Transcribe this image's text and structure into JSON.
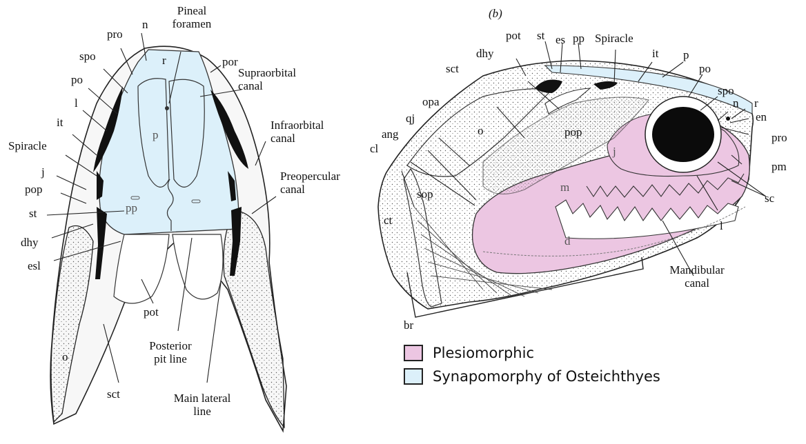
{
  "colors": {
    "plesiomorphic": "#ecc6e2",
    "synapomorphy": "#dcf0fa",
    "bone_line": "#222222",
    "skin": "#f4f4f4"
  },
  "panel_b_label": "(b)",
  "left_labels": {
    "pineal": "Pineal\nforamen",
    "n": "n",
    "pro": "pro",
    "por": "por",
    "r": "r",
    "spo": "spo",
    "po": "po",
    "l": "l",
    "it": "it",
    "spiracle": "Spiracle",
    "j": "j",
    "pop": "pop",
    "st": "st",
    "dhy": "dhy",
    "esl": "esl",
    "p": "p",
    "pp": "pp",
    "supraorbital": "Supraorbital\ncanal",
    "infraorbital": "Infraorbital\ncanal",
    "preopercular": "Preopercular\ncanal",
    "pot": "pot",
    "posterior_pit": "Posterior\npit line",
    "main_lateral": "Main lateral\nline",
    "o": "o",
    "sct": "sct"
  },
  "right_labels": {
    "pot": "pot",
    "st": "st",
    "es": "es",
    "pp": "pp",
    "spiracle": "Spiracle",
    "dhy": "dhy",
    "sct": "sct",
    "opa": "opa",
    "qj": "qj",
    "ang": "ang",
    "cl": "cl",
    "o": "o",
    "pop": "pop",
    "it": "it",
    "p": "p",
    "po": "po",
    "spo": "spo",
    "n": "n",
    "r": "r",
    "en": "en",
    "pro": "pro",
    "j": "j",
    "pm": "pm",
    "m": "m",
    "sc": "sc",
    "sop": "sop",
    "ct": "ct",
    "d": "d",
    "l": "l",
    "mandibular": "Mandibular\ncanal",
    "br": "br"
  },
  "legend": [
    {
      "label": "Plesiomorphic",
      "color": "#ecc6e2"
    },
    {
      "label": "Synapomorphy of Osteichthyes",
      "color": "#dcf0fa"
    }
  ]
}
